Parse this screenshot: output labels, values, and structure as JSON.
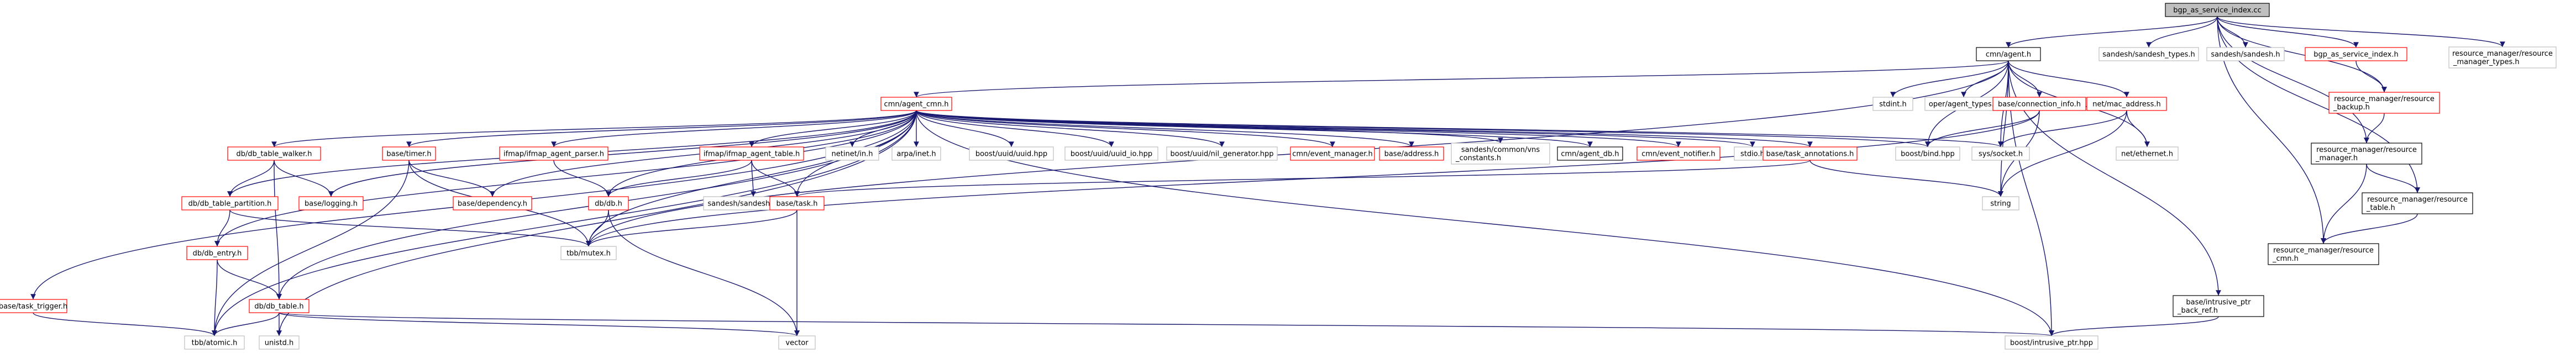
{
  "colors": {
    "edge": "#191970",
    "edge_secondary": "#9a9a9a",
    "border_plain": "#000000",
    "border_red": "#ff0000",
    "border_grey": "#bfbfbf",
    "root_fill": "#bfbfbf"
  },
  "nodes": [
    {
      "id": "root",
      "label": [
        "bgp_as_service_index.cc"
      ],
      "style": "root"
    },
    {
      "id": "cmn_agent",
      "label": [
        "cmn/agent.h"
      ],
      "style": "plain"
    },
    {
      "id": "sandesh_types",
      "label": [
        "sandesh/sandesh_types.h"
      ],
      "style": "grey"
    },
    {
      "id": "sandesh_h",
      "label": [
        "sandesh/sandesh.h"
      ],
      "style": "grey"
    },
    {
      "id": "bgp_index_h",
      "label": [
        "bgp_as_service_index.h"
      ],
      "style": "red"
    },
    {
      "id": "rm_types",
      "label": [
        "resource_manager/resource",
        "_manager_types.h"
      ],
      "style": "grey"
    },
    {
      "id": "stdint",
      "label": [
        "stdint.h"
      ],
      "style": "grey"
    },
    {
      "id": "oper_types",
      "label": [
        "oper/agent_types.h"
      ],
      "style": "grey"
    },
    {
      "id": "conn_info",
      "label": [
        "base/connection_info.h"
      ],
      "style": "red"
    },
    {
      "id": "mac_addr",
      "label": [
        "net/mac_address.h"
      ],
      "style": "red"
    },
    {
      "id": "rm_backup",
      "label": [
        "resource_manager/resource",
        "_backup.h"
      ],
      "style": "red"
    },
    {
      "id": "agent_cmn",
      "label": [
        "cmn/agent_cmn.h"
      ],
      "style": "red"
    },
    {
      "id": "boost_bind",
      "label": [
        "boost/bind.hpp"
      ],
      "style": "grey"
    },
    {
      "id": "sys_socket",
      "label": [
        "sys/socket.h"
      ],
      "style": "grey"
    },
    {
      "id": "net_ether",
      "label": [
        "net/ethernet.h"
      ],
      "style": "grey"
    },
    {
      "id": "rm_manager",
      "label": [
        "resource_manager/resource",
        "_manager.h"
      ],
      "style": "plain"
    },
    {
      "id": "db_walker",
      "label": [
        "db/db_table_walker.h"
      ],
      "style": "red"
    },
    {
      "id": "timer",
      "label": [
        "base/timer.h"
      ],
      "style": "red"
    },
    {
      "id": "ifmap_parser",
      "label": [
        "ifmap/ifmap_agent_parser.h"
      ],
      "style": "red"
    },
    {
      "id": "ifmap_table",
      "label": [
        "ifmap/ifmap_agent_table.h"
      ],
      "style": "red"
    },
    {
      "id": "netinet_in",
      "label": [
        "netinet/in.h"
      ],
      "style": "grey"
    },
    {
      "id": "arpa_inet",
      "label": [
        "arpa/inet.h"
      ],
      "style": "grey"
    },
    {
      "id": "uuid",
      "label": [
        "boost/uuid/uuid.hpp"
      ],
      "style": "grey"
    },
    {
      "id": "uuid_io",
      "label": [
        "boost/uuid/uuid_io.hpp"
      ],
      "style": "grey"
    },
    {
      "id": "uuid_gen",
      "label": [
        "boost/uuid/nil_generator.hpp"
      ],
      "style": "grey"
    },
    {
      "id": "cmn_event",
      "label": [
        "cmn/event_manager.h"
      ],
      "style": "red"
    },
    {
      "id": "base_address",
      "label": [
        "base/address.h"
      ],
      "style": "red"
    },
    {
      "id": "vns_constants",
      "label": [
        "sandesh/common/vns",
        "_constants.h"
      ],
      "style": "grey"
    },
    {
      "id": "agent_db",
      "label": [
        "cmn/agent_db.h"
      ],
      "style": "plain"
    },
    {
      "id": "event_notifier",
      "label": [
        "cmn/event_notifier.h"
      ],
      "style": "red"
    },
    {
      "id": "stdio",
      "label": [
        "stdio.h"
      ],
      "style": "grey"
    },
    {
      "id": "task_ann",
      "label": [
        "base/task_annotations.h"
      ],
      "style": "red"
    },
    {
      "id": "rm_table",
      "label": [
        "resource_manager/resource",
        "_table.h"
      ],
      "style": "plain"
    },
    {
      "id": "db_partition",
      "label": [
        "db/db_table_partition.h"
      ],
      "style": "red"
    },
    {
      "id": "base_logging",
      "label": [
        "base/logging.h"
      ],
      "style": "red"
    },
    {
      "id": "base_dep",
      "label": [
        "base/dependency.h"
      ],
      "style": "red"
    },
    {
      "id": "db_db",
      "label": [
        "db/db.h"
      ],
      "style": "red"
    },
    {
      "id": "sandesh_trace",
      "label": [
        "sandesh/sandesh_trace.h"
      ],
      "style": "grey"
    },
    {
      "id": "base_task",
      "label": [
        "base/task.h"
      ],
      "style": "red"
    },
    {
      "id": "string",
      "label": [
        "string"
      ],
      "style": "grey"
    },
    {
      "id": "rm_cmn",
      "label": [
        "resource_manager/resource",
        "_cmn.h"
      ],
      "style": "plain"
    },
    {
      "id": "db_entry",
      "label": [
        "db/db_entry.h"
      ],
      "style": "red"
    },
    {
      "id": "tbb_mutex",
      "label": [
        "tbb/mutex.h"
      ],
      "style": "grey"
    },
    {
      "id": "task_trigger",
      "label": [
        "base/task_trigger.h"
      ],
      "style": "red"
    },
    {
      "id": "db_table",
      "label": [
        "db/db_table.h"
      ],
      "style": "red"
    },
    {
      "id": "intrusive_ref",
      "label": [
        "base/intrusive_ptr",
        "_back_ref.h"
      ],
      "style": "plain"
    },
    {
      "id": "tbb_atomic",
      "label": [
        "tbb/atomic.h"
      ],
      "style": "grey"
    },
    {
      "id": "unistd",
      "label": [
        "unistd.h"
      ],
      "style": "grey"
    },
    {
      "id": "vector",
      "label": [
        "vector"
      ],
      "style": "grey"
    },
    {
      "id": "intrusive_ptr",
      "label": [
        "boost/intrusive_ptr.hpp"
      ],
      "style": "grey"
    }
  ]
}
